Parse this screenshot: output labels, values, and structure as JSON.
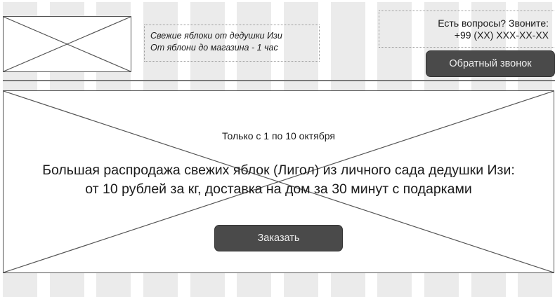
{
  "header": {
    "logo_placeholder": "logo-image-placeholder",
    "tagline": {
      "line1": "Свежие яблоки от дедушки Изи",
      "line2": "От яблони до магазина - 1 час"
    },
    "contact": {
      "question": "Есть вопросы? Звоните:",
      "phone": "+99 (XX) XXX-XX-XX"
    },
    "callback_button": "Обратный звонок"
  },
  "hero": {
    "image_placeholder": "hero-image-placeholder",
    "date_text": "Только с 1 по 10 октября",
    "headline": {
      "line1": "Большая распродажа свежих яблок (Лигол) из личного сада дедушки Изи:",
      "line2": "от 10 рублей за кг, доставка на дом за 30 минут с подарками"
    },
    "order_button": "Заказать"
  },
  "colors": {
    "grid_column": "#ebebeb",
    "button_bg": "#4a4a4a",
    "button_text": "#efefef",
    "divider": "#7a7a7a",
    "outline": "#555555"
  }
}
